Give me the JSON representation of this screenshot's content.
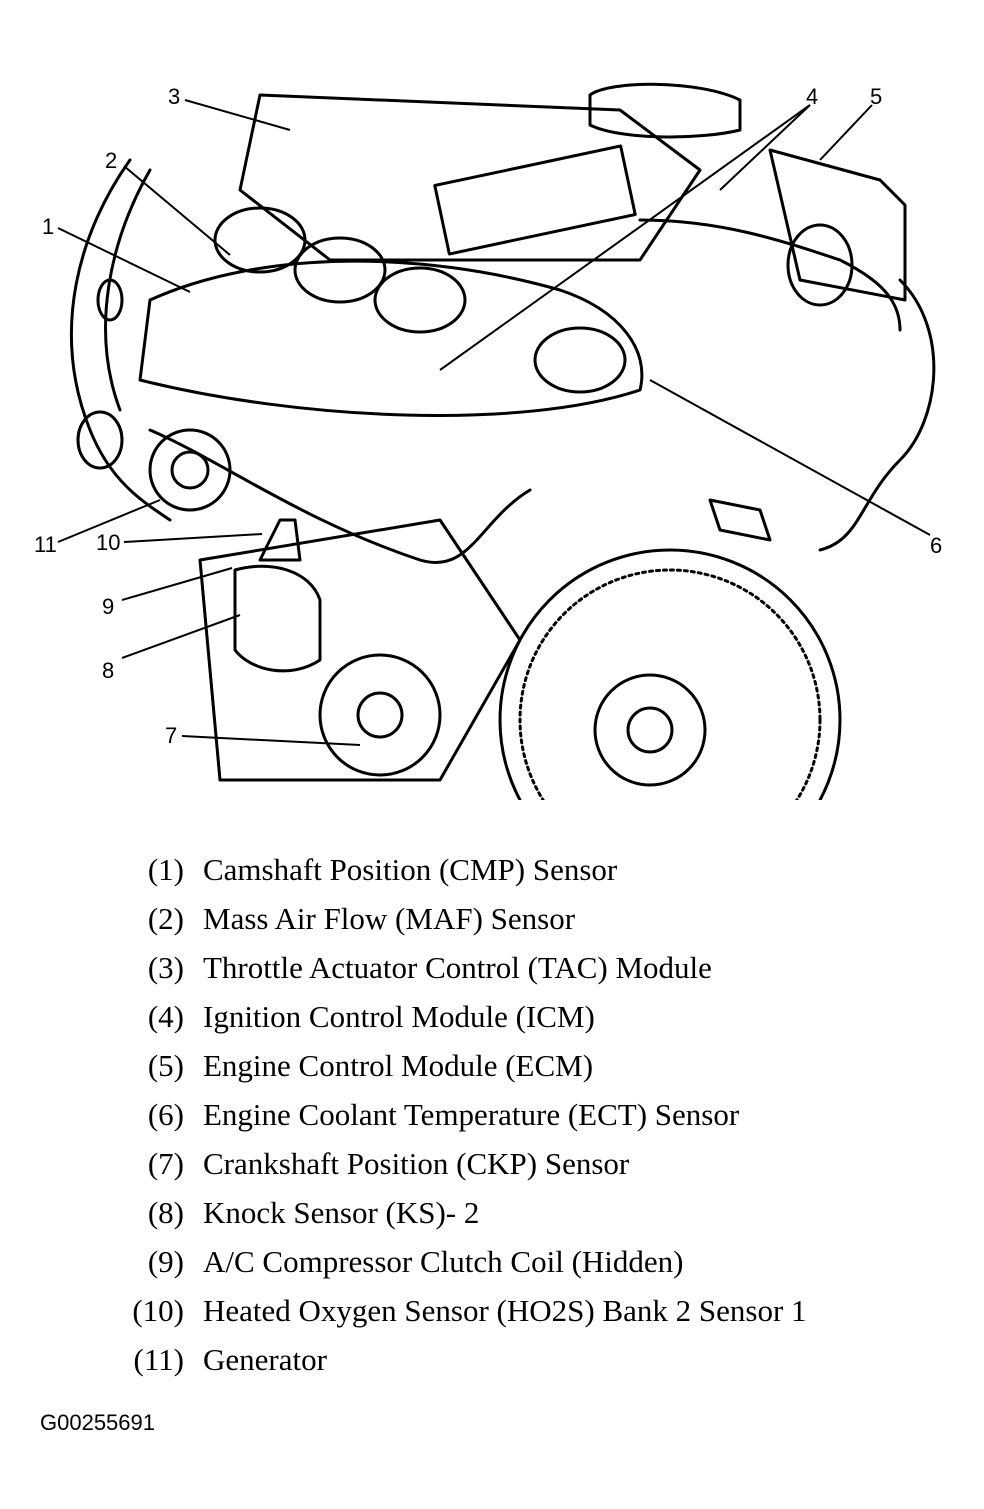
{
  "callouts": [
    "1",
    "2",
    "3",
    "4",
    "5",
    "6",
    "7",
    "8",
    "9",
    "10",
    "11"
  ],
  "legend": [
    {
      "num": "(1)",
      "text": "Camshaft Position (CMP) Sensor"
    },
    {
      "num": "(2)",
      "text": "Mass Air Flow (MAF) Sensor"
    },
    {
      "num": "(3)",
      "text": "Throttle Actuator Control (TAC) Module"
    },
    {
      "num": "(4)",
      "text": "Ignition Control Module (ICM)"
    },
    {
      "num": "(5)",
      "text": "Engine Control Module (ECM)"
    },
    {
      "num": "(6)",
      "text": "Engine Coolant Temperature (ECT) Sensor"
    },
    {
      "num": "(7)",
      "text": "Crankshaft Position (CKP) Sensor"
    },
    {
      "num": "(8)",
      "text": "Knock Sensor (KS)- 2"
    },
    {
      "num": "(9)",
      "text": "A/C Compressor Clutch Coil (Hidden)"
    },
    {
      "num": "(10)",
      "text": "Heated Oxygen Sensor (HO2S) Bank 2 Sensor 1"
    },
    {
      "num": "(11)",
      "text": "Generator"
    }
  ],
  "figure_id": "G00255691"
}
